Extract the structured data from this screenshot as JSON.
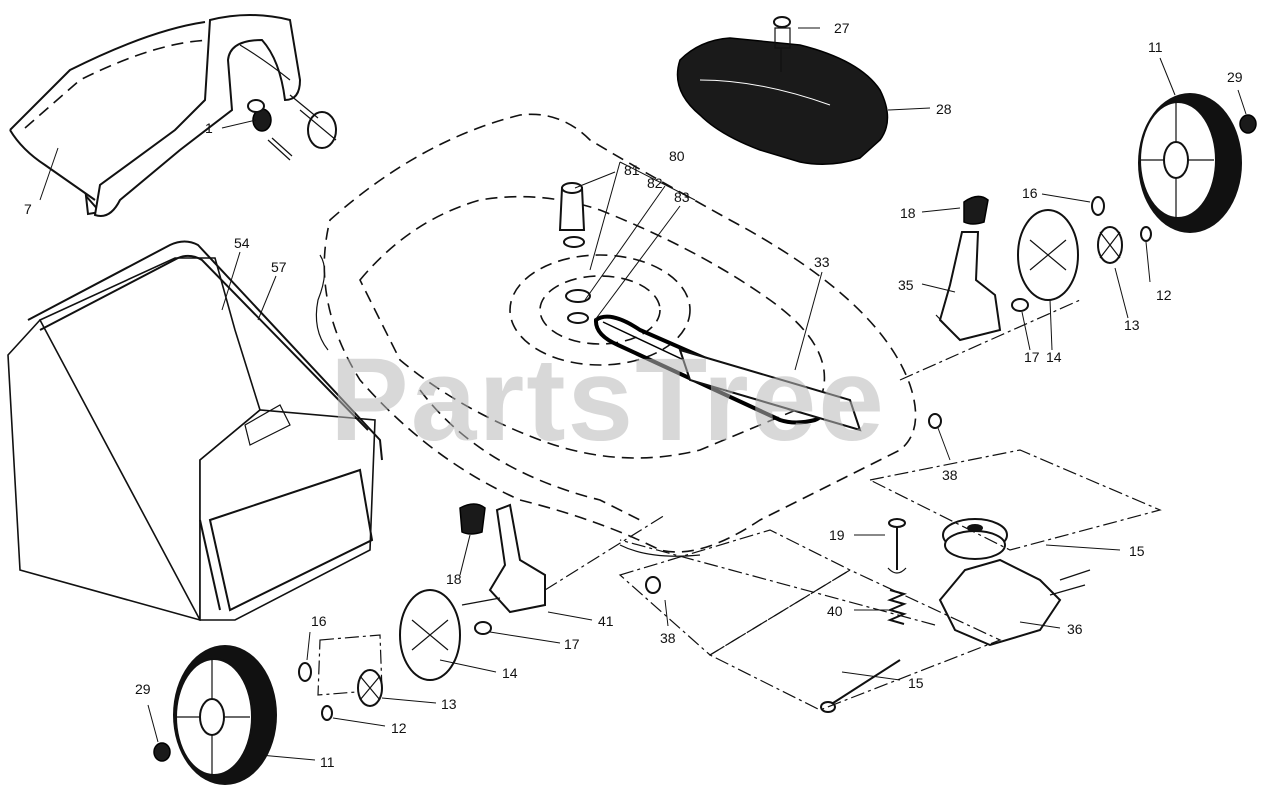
{
  "watermark": "PartsTree",
  "labels": {
    "l1": "1",
    "l7": "7",
    "l27": "27",
    "l28": "28",
    "l11_top": "11",
    "l29_top": "29",
    "l16_top": "16",
    "l18_top": "18",
    "l35": "35",
    "l12_top": "12",
    "l13_top": "13",
    "l14_top": "14",
    "l17_top": "17",
    "l80": "80",
    "l81": "81",
    "l82": "82",
    "l83": "83",
    "l33": "33",
    "l54": "54",
    "l57": "57",
    "l38_right": "38",
    "l19": "19",
    "l15_top": "15",
    "l40": "40",
    "l36": "36",
    "l15_bottom": "15",
    "l18_bottom": "18",
    "l41": "41",
    "l17_bottom": "17",
    "l38_bottom": "38",
    "l14_bottom": "14",
    "l16_bottom": "16",
    "l13_bottom": "13",
    "l12_bottom": "12",
    "l29_bottom": "29",
    "l11_bottom": "11"
  }
}
